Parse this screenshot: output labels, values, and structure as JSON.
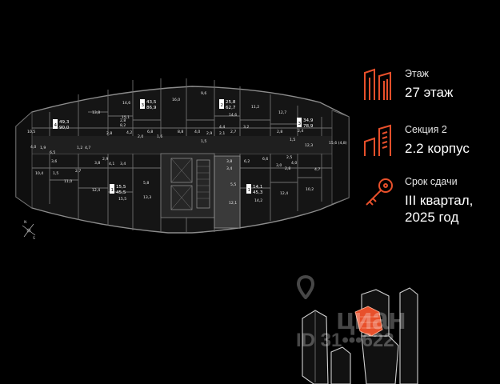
{
  "colors": {
    "accent": "#e8502b",
    "background": "#000000",
    "plan_fill": "#1a1a1a",
    "wall": "#9a9a9a",
    "core": "#2c2c2c"
  },
  "info": {
    "floor": {
      "label": "Этаж",
      "value": "27 этаж",
      "icon": "floor-plan-icon"
    },
    "section": {
      "label": "Секция 2",
      "value": "2.2 корпус",
      "icon": "building-section-icon"
    },
    "delivery": {
      "label": "Срок сдачи",
      "value_line1": "III квартал,",
      "value_line2": "2025 год",
      "icon": "key-icon"
    }
  },
  "apartments": [
    {
      "rooms": "4",
      "area_living": "49,3",
      "area_total": "90,0"
    },
    {
      "rooms": "3",
      "area_living": "43,5",
      "area_total": "86,9"
    },
    {
      "rooms": "2",
      "area_living": "25,8",
      "area_total": "62,7"
    },
    {
      "rooms": "3",
      "area_living": "34,9",
      "area_total": "78,9"
    },
    {
      "rooms": "1",
      "area_living": "15,5",
      "area_total": "45,5"
    },
    {
      "rooms": "1",
      "area_living": "14,1",
      "area_total": "45,3"
    }
  ],
  "room_areas": [
    "10,5",
    "4,0",
    "6,5",
    "1,9",
    "3,6",
    "10,4",
    "1,5",
    "11,0",
    "13,8",
    "14,6",
    "2,8",
    "15,1",
    "8,2",
    "4,2",
    "2,8",
    "6,8",
    "1,2",
    "4,7",
    "2,9",
    "12,4",
    "2,7",
    "3,8",
    "4,1",
    "3,4",
    "2,0",
    "16,0",
    "8,8",
    "1,6",
    "9,6",
    "4,0",
    "1,5",
    "2,9",
    "14,6",
    "13,3",
    "15,5",
    "5,8",
    "3,8",
    "6,2",
    "3,4",
    "4,4",
    "2,1",
    "2,7",
    "3,2",
    "11,2",
    "12,7",
    "2,8",
    "2,4",
    "12,3",
    "1,5",
    "4,0",
    "6,6",
    "3,0",
    "2,8",
    "4,7",
    "2,5",
    "12,4",
    "15,6 (4,8)",
    "10,2",
    "5,5",
    "12,1",
    "14,2"
  ],
  "compass": {
    "north": "N",
    "south": "S"
  },
  "watermark": {
    "brand": "циан",
    "id": "ID 31•••622"
  }
}
